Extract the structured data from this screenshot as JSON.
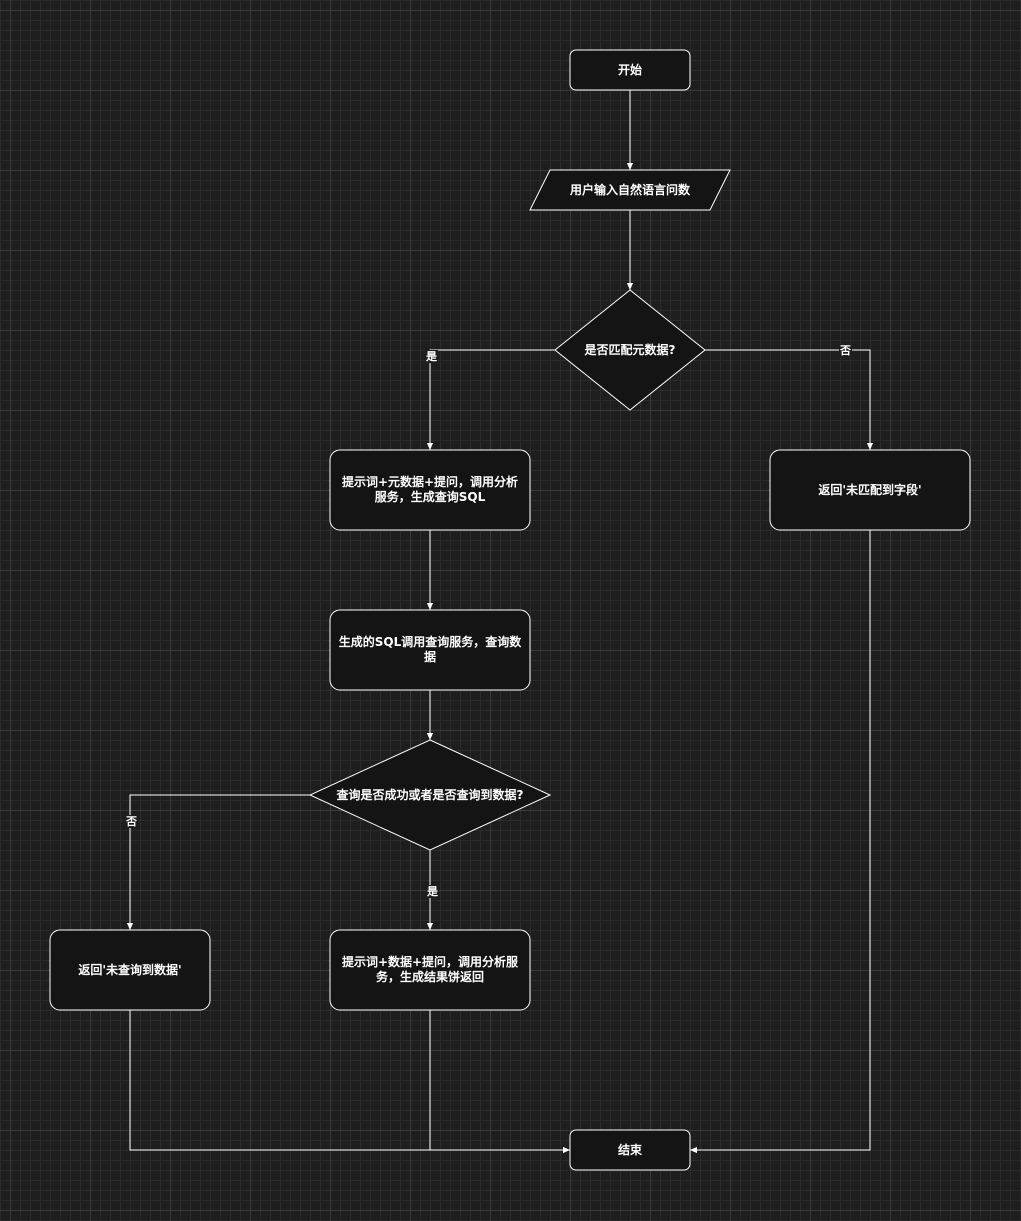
{
  "nodes": {
    "start": "开始",
    "input": "用户输入自然语言问数",
    "match_decision": "是否匹配元数据?",
    "gen_sql": "提示词+元数据+提问，调用分析服务，生成查询SQL",
    "no_match": "返回'未匹配到字段'",
    "query_data": "生成的SQL调用查询服务，查询数据",
    "query_decision": "查询是否成功或者是否查询到数据?",
    "no_data": "返回'未查询到数据'",
    "gen_result": "提示词+数据+提问，调用分析服务，生成结果饼返回",
    "end": "结束"
  },
  "edge_labels": {
    "match_yes": "是",
    "match_no": "否",
    "query_no": "否",
    "query_yes": "是"
  },
  "colors": {
    "background": "#1e1e1e",
    "node_fill": "#141414",
    "stroke": "#ffffff",
    "text": "#ffffff"
  }
}
